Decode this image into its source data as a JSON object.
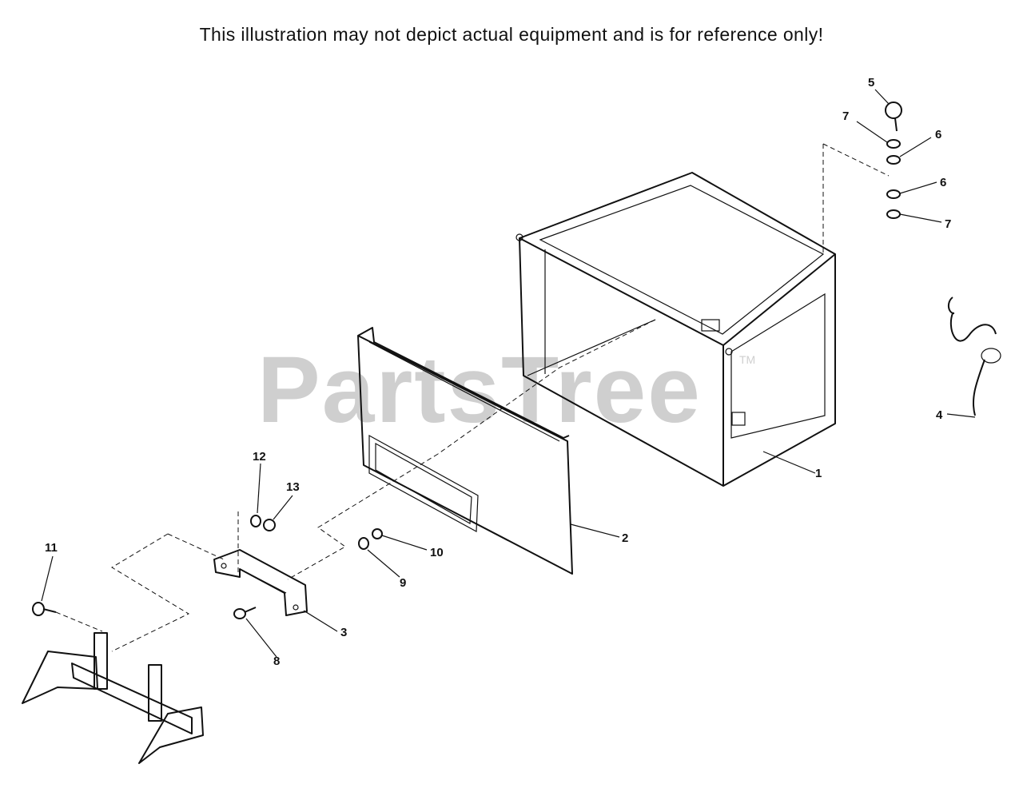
{
  "disclaimer": "This illustration may not depict actual equipment and is for reference only!",
  "watermark": {
    "brand": "PartsTree",
    "tm": "TM"
  },
  "callouts": {
    "c1": "1",
    "c2": "2",
    "c3": "3",
    "c4": "4",
    "c5": "5",
    "c6a": "6",
    "c6b": "6",
    "c7a": "7",
    "c7b": "7",
    "c8": "8",
    "c9": "9",
    "c10": "10",
    "c11": "11",
    "c12": "12",
    "c13": "13"
  }
}
